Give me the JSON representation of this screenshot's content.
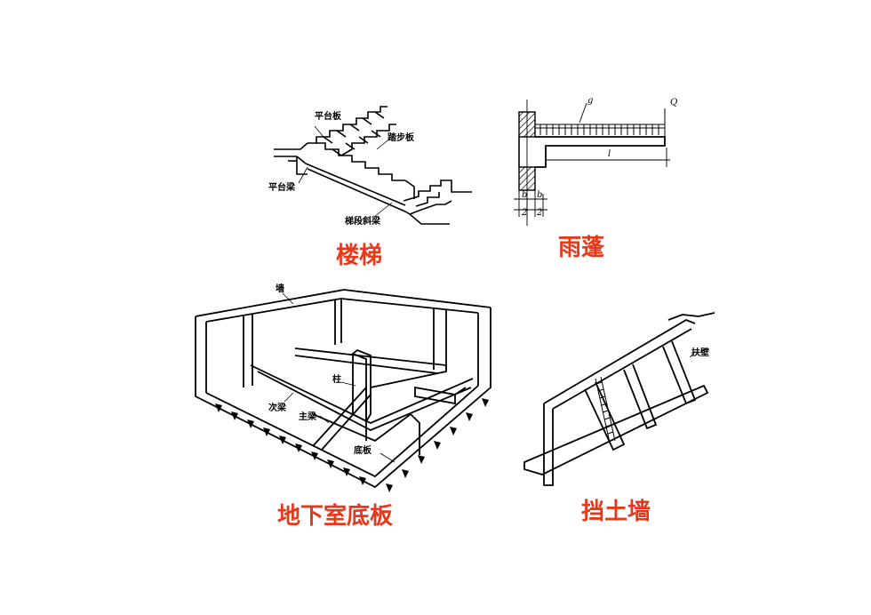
{
  "figures": {
    "stairs": {
      "caption": "楼梯",
      "labels": {
        "platform_slab": "平台板",
        "tread_slab": "踏步板",
        "platform_beam": "平台梁",
        "stringer_beam": "梯段斜梁"
      }
    },
    "canopy": {
      "caption": "雨蓬",
      "labels": {
        "g": "g",
        "Q": "Q",
        "l": "l",
        "b1": "b",
        "two1": "2",
        "b2": "b",
        "two2": "2"
      }
    },
    "basement": {
      "caption": "地下室底板",
      "labels": {
        "wall": "墙",
        "column": "柱",
        "secondary_beam": "次梁",
        "main_beam": "主梁",
        "base_slab": "底板"
      }
    },
    "retaining_wall": {
      "caption": "挡土墙",
      "labels": {
        "buttress": "扶壁"
      }
    }
  },
  "colors": {
    "caption": "#e8381a",
    "line": "#000000"
  }
}
